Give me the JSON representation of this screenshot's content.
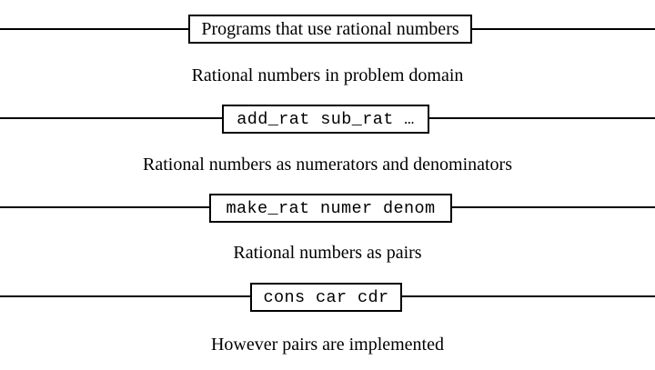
{
  "layers": [
    {
      "box_label": "Programs that use rational numbers",
      "box_style": "serif",
      "caption": "Rational numbers in problem domain"
    },
    {
      "box_label": "add_rat sub_rat …",
      "box_style": "mono",
      "caption": "Rational numbers as numerators and denominators"
    },
    {
      "box_label": "make_rat numer denom",
      "box_style": "mono",
      "caption": "Rational numbers as pairs"
    },
    {
      "box_label": "cons car cdr",
      "box_style": "mono",
      "caption": "However pairs are implemented"
    }
  ]
}
